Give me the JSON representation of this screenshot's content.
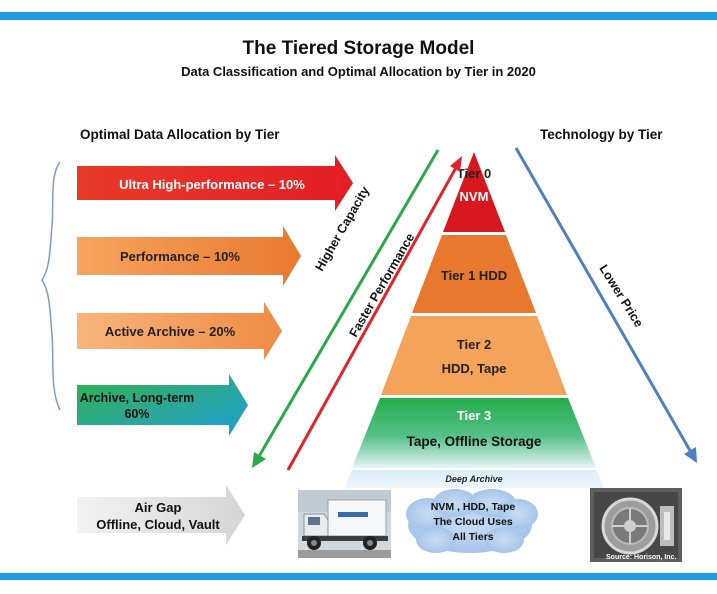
{
  "title": "The Tiered Storage Model",
  "subtitle": "Data Classification and Optimal Allocation by Tier in 2020",
  "left_heading": "Optimal Data Allocation by Tier",
  "right_heading": "Technology by Tier",
  "allocation_arrows": [
    {
      "label": "Ultra High-performance – 10%",
      "color": "#e31e26"
    },
    {
      "label": "Performance – 10%",
      "color": "#ef8534"
    },
    {
      "label": "Active Archive – 20%",
      "color": "#f09a54"
    },
    {
      "label_line1": "Archive, Long-term",
      "label_line2": "60%",
      "color": "#2db34a"
    },
    {
      "label_line1": "Air Gap",
      "label_line2": "Offline, Cloud, Vault",
      "color": "#e6e6e6"
    }
  ],
  "tiers": [
    {
      "line1": "Tier 0",
      "line2": "NVM",
      "color": "#d7181f"
    },
    {
      "line1": "Tier 1 HDD",
      "color": "#e8782d"
    },
    {
      "line1": "Tier 2",
      "line2": "HDD, Tape",
      "color": "#f5a25b"
    },
    {
      "line1": "Tier 3",
      "line2": "Tape, Offline Storage",
      "color": "#22ad4a"
    }
  ],
  "deep_archive_label": "Deep Archive",
  "diagonal_labels": {
    "higher_capacity": "Higher Capacity",
    "faster_performance": "Faster Performance",
    "lower_price": "Lower Price"
  },
  "cloud": {
    "line1": "NVM , HDD, Tape",
    "line2": "The Cloud Uses",
    "line3": "All Tiers"
  },
  "photo_credit": "Source: Horison, Inc."
}
